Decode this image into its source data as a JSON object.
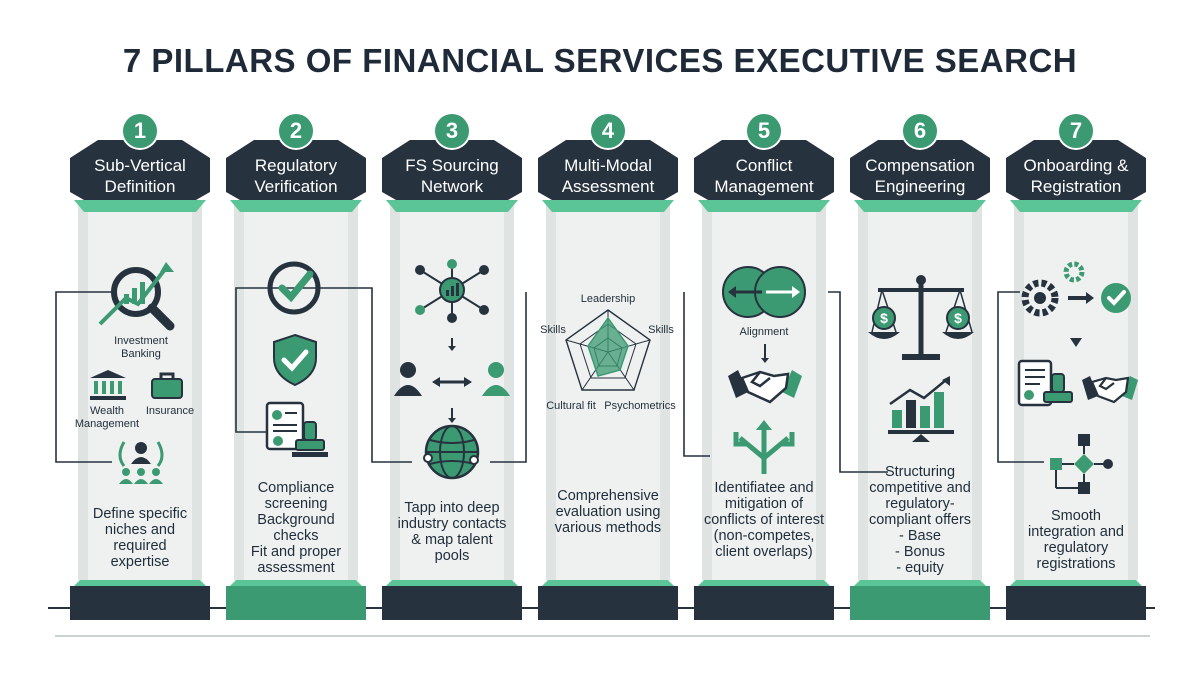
{
  "title": "7 PILLARS OF FINANCIAL SERVICES EXECUTIVE SEARCH",
  "colors": {
    "navy": "#27323f",
    "green": "#3c9a73",
    "light_green": "#5cc597",
    "column": "#eef1f0"
  },
  "pillars": [
    {
      "number": "1",
      "heading": "Sub-Vertical\nDefinition",
      "icons": [
        "magnifier-chart-icon",
        "bank-icon",
        "briefcase-icon",
        "people-network-icon"
      ],
      "labels": {
        "investment_banking": "Investment\nBanking",
        "wealth": "Wealth\nManagement",
        "insurance": "Insurance"
      },
      "description": "Define specific\nniches and\nrequired\nexpertise"
    },
    {
      "number": "2",
      "heading": "Regulatory\nVerification",
      "icons": [
        "check-circle-icon",
        "shield-check-icon",
        "document-stamp-icon"
      ],
      "description": "Compliance\nscreening\nBackground\nchecks\nFit and proper\nassessment"
    },
    {
      "number": "3",
      "heading": "FS Sourcing\nNetwork",
      "icons": [
        "network-nodes-icon",
        "person-exchange-icon",
        "globe-network-icon"
      ],
      "description": "Tapp into deep\nindustry contacts\n& map talent\npools"
    },
    {
      "number": "4",
      "heading": "Multi-Modal\nAssessment",
      "icons": [
        "radar-chart-icon"
      ],
      "labels": {
        "leadership": "Leadership",
        "skills_left": "Skills",
        "skills_right": "Skills",
        "cultural_fit": "Cultural fit",
        "psychometrics": "Psychometrics"
      },
      "description": "Comprehensive\nevaluation using\nvarious methods"
    },
    {
      "number": "5",
      "heading": "Conflict\nManagement",
      "icons": [
        "overlap-arrows-icon",
        "handshake-icon",
        "branch-arrows-icon"
      ],
      "labels": {
        "alignment": "Alignment"
      },
      "description": "Identifiatee and\nmitigation of\nconflicts of interest\n(non-competes,\nclient overlaps)"
    },
    {
      "number": "6",
      "heading": "Compensation\nEngineering",
      "icons": [
        "balance-scale-icon",
        "bar-chart-icon"
      ],
      "description": "Structuring\ncompetitive and\nregulatory-\ncompliant offers\n- Base\n- Bonus\n- equity"
    },
    {
      "number": "7",
      "heading": "Onboarding &\nRegistration",
      "icons": [
        "gears-check-icon",
        "document-stamp-icon",
        "handshake-icon",
        "flowchart-icon"
      ],
      "description": "Smooth\nintegration and\nregulatory\nregistrations"
    }
  ]
}
